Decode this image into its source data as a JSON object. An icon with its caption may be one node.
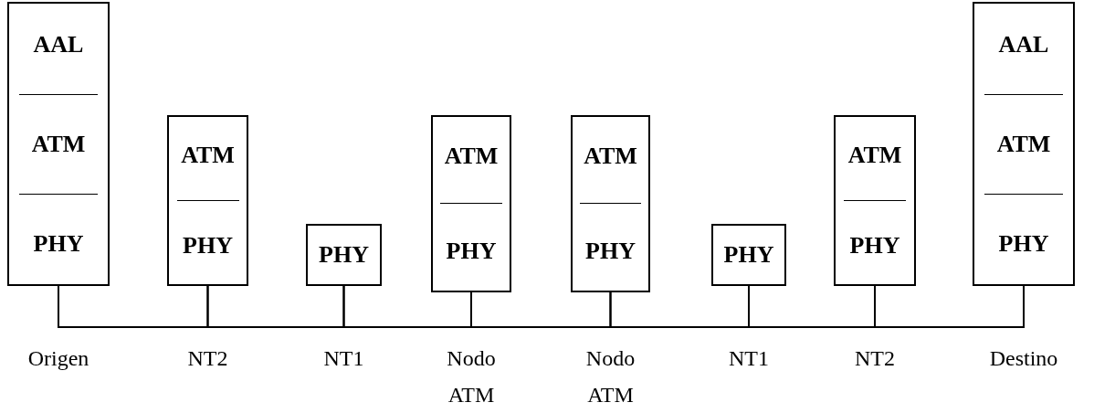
{
  "diagram": {
    "nodes": [
      {
        "text": [
          "AAL",
          "ATM",
          "PHY"
        ],
        "beside": [
          "Origen"
        ]
      },
      {
        "text": [
          "ATM",
          "PHY"
        ],
        "beside": [
          "NT2"
        ]
      },
      {
        "text": [
          "PHY"
        ],
        "beside": [
          "NT1"
        ]
      },
      {
        "text": [
          "ATM",
          "PHY"
        ],
        "beside": [
          "Nodo ATM"
        ]
      },
      {
        "text": [
          "ATM",
          "PHY"
        ],
        "beside": [
          "Nodo ATM"
        ]
      },
      {
        "text": [
          "PHY"
        ],
        "beside": [
          "NT1"
        ]
      },
      {
        "text": [
          "ATM",
          "PHY"
        ],
        "beside": [
          "NT2"
        ]
      },
      {
        "text": [
          "AAL",
          "ATM",
          "PHY"
        ],
        "beside": [
          "Destino"
        ]
      }
    ],
    "edges": [
      {
        "from": 0,
        "to": 1,
        "arrow": "none"
      },
      {
        "from": 1,
        "to": 2,
        "arrow": "none"
      },
      {
        "from": 2,
        "to": 3,
        "arrow": "none"
      },
      {
        "from": 3,
        "to": 4,
        "arrow": "none"
      },
      {
        "from": 4,
        "to": 5,
        "arrow": "none"
      },
      {
        "from": 5,
        "to": 6,
        "arrow": "none"
      },
      {
        "from": 6,
        "to": 7,
        "arrow": "none"
      }
    ]
  }
}
